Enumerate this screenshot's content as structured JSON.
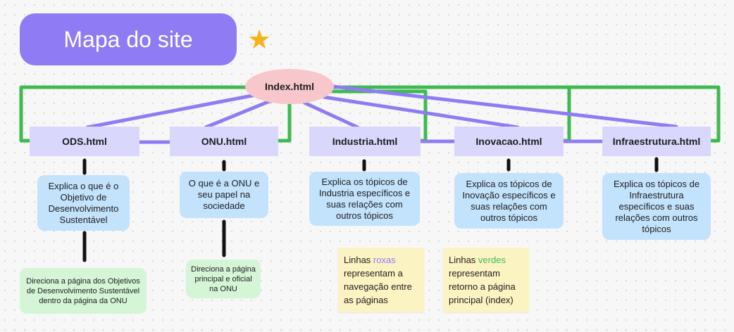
{
  "title": "Mapa do site",
  "colors": {
    "title_bg": "#8f7cf4",
    "index_bg": "#f7c7cb",
    "node_bg": "#d9d7fb",
    "desc_bg": "#c3e2fb",
    "sub_bg": "#d4f5d6",
    "note_bg": "#fcf3c2",
    "purple_line": "#8f7cf4",
    "green_line": "#3fba50",
    "star": "#f6b21b"
  },
  "star_icon": "star-icon",
  "index": {
    "label": "Index.html"
  },
  "pages": [
    {
      "label": "ODS.html",
      "description": "Explica o que é o Objetivo de Desenvolvimento Sustentável",
      "sub": "Direciona a página dos Objetivos de Desenvolvimento Sustentável dentro da página da ONU"
    },
    {
      "label": "ONU.html",
      "description": "O que é a ONU e seu papel na sociedade",
      "sub": "Direciona a página principal e oficial na ONU"
    },
    {
      "label": "Industria.html",
      "description": "Explica os tópicos de Industria específicos e suas relações com outros tópicos"
    },
    {
      "label": "Inovacao.html",
      "description": "Explica os tópicos de Inovação específicos e suas relações com outros tópicos"
    },
    {
      "label": "Infraestrutura.html",
      "description": "Explica os tópicos de Infraestrutura específicos e suas relações com outros tópicos"
    }
  ],
  "notes": [
    {
      "before": "Linhas ",
      "colored": "roxas",
      "after": " representam a navegação entre as páginas"
    },
    {
      "before": "Linhas ",
      "colored": "verdes",
      "after": " representam retorno a página principal (index)"
    }
  ]
}
